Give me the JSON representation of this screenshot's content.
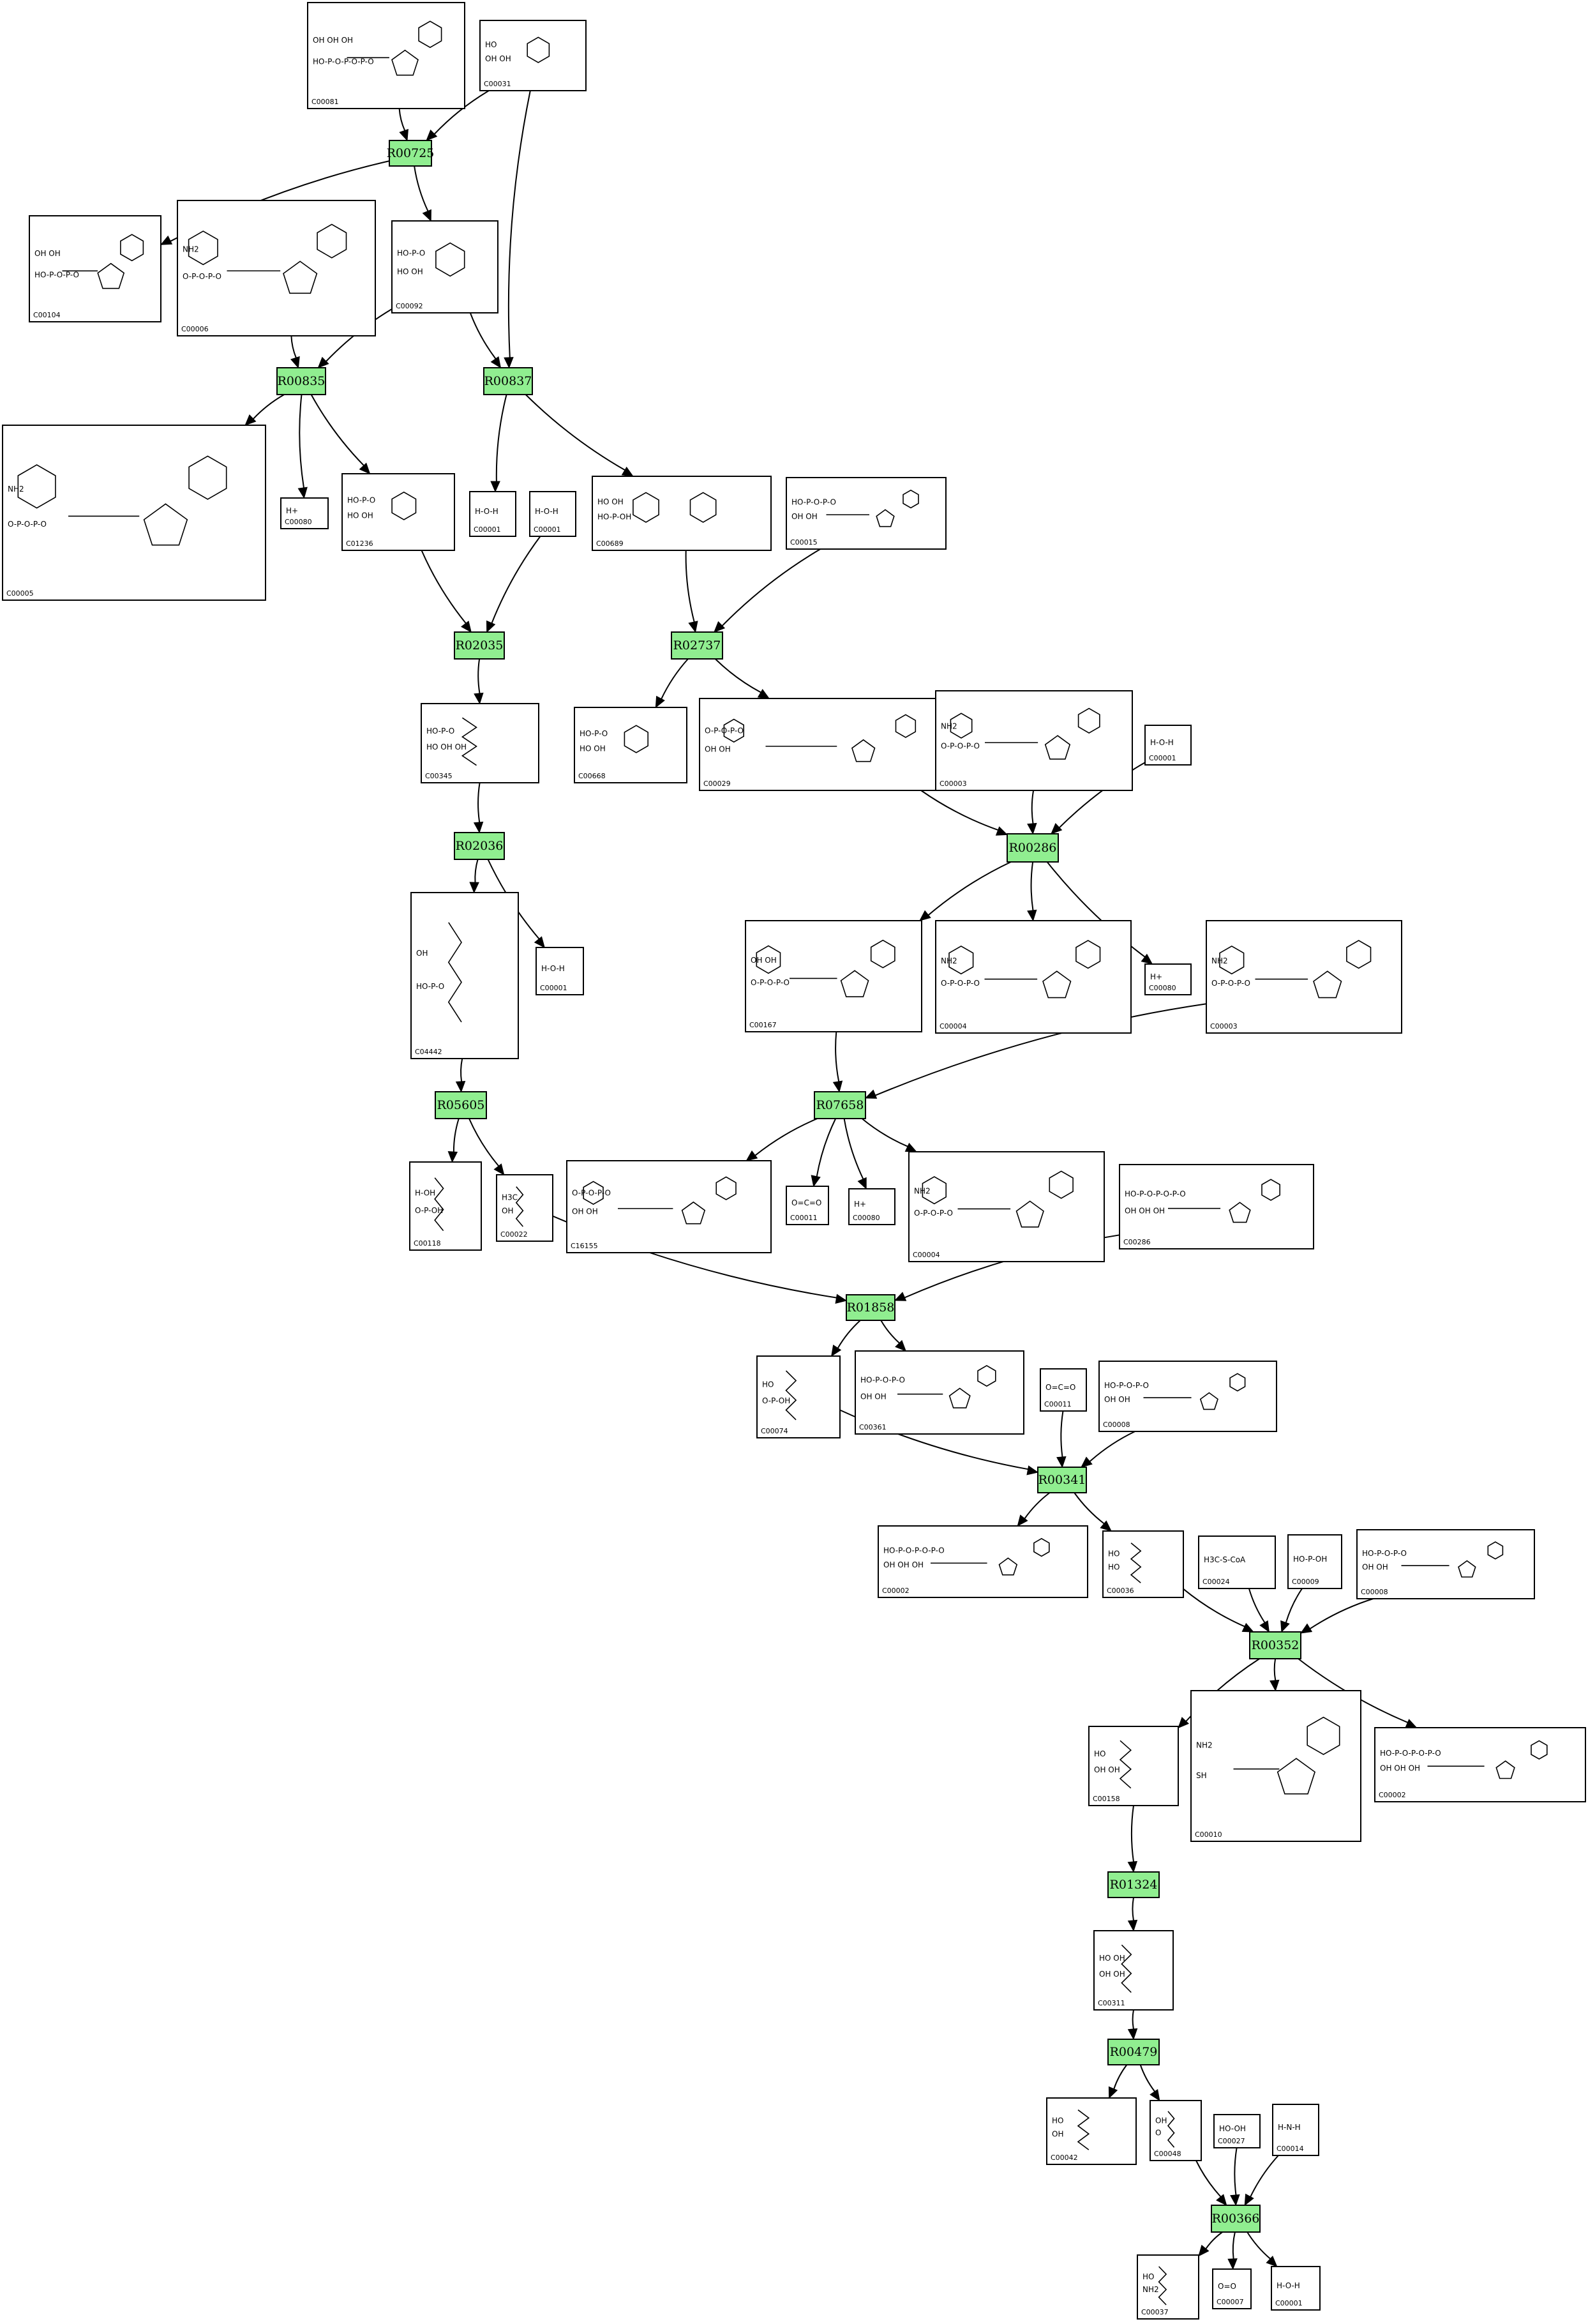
{
  "colors": {
    "reaction_fill": "#90ee90",
    "border": "#000000",
    "background": "#ffffff"
  },
  "reactions": [
    {
      "id": "R00725",
      "label": "R00725"
    },
    {
      "id": "R00835",
      "label": "R00835"
    },
    {
      "id": "R00837",
      "label": "R00837"
    },
    {
      "id": "R02035",
      "label": "R02035"
    },
    {
      "id": "R02737",
      "label": "R02737"
    },
    {
      "id": "R02036",
      "label": "R02036"
    },
    {
      "id": "R00286",
      "label": "R00286"
    },
    {
      "id": "R05605",
      "label": "R05605"
    },
    {
      "id": "R07658",
      "label": "R07658"
    },
    {
      "id": "R01858",
      "label": "R01858"
    },
    {
      "id": "R00341",
      "label": "R00341"
    },
    {
      "id": "R00352",
      "label": "R00352"
    },
    {
      "id": "R01324",
      "label": "R01324"
    },
    {
      "id": "R00479",
      "label": "R00479"
    },
    {
      "id": "R00366",
      "label": "R00366"
    }
  ],
  "compounds": [
    {
      "id": "c00081",
      "label": "C00081",
      "formula": [
        "OH  OH  OH",
        "HO-P-O-P-O-P-O"
      ]
    },
    {
      "id": "c00031",
      "label": "C00031",
      "formula": [
        "HO",
        "OH  OH"
      ]
    },
    {
      "id": "c00104",
      "label": "C00104",
      "formula": [
        "OH  OH",
        "HO-P-O-P-O"
      ]
    },
    {
      "id": "c00006",
      "label": "C00006",
      "formula": [
        "NH2",
        "O-P-O-P-O"
      ]
    },
    {
      "id": "c00092",
      "label": "C00092",
      "formula": [
        "HO-P-O",
        "HO   OH"
      ]
    },
    {
      "id": "c00005",
      "label": "C00005",
      "formula": [
        "NH2",
        "O-P-O-P-O"
      ]
    },
    {
      "id": "c00080a",
      "label": "C00080",
      "formula": [
        "H+"
      ]
    },
    {
      "id": "c01236",
      "label": "C01236",
      "formula": [
        "HO-P-O",
        "HO  OH"
      ]
    },
    {
      "id": "c00001a",
      "label": "C00001",
      "formula": [
        "H-O-H"
      ]
    },
    {
      "id": "c00001b",
      "label": "C00001",
      "formula": [
        "H-O-H"
      ]
    },
    {
      "id": "c00689",
      "label": "C00689",
      "formula": [
        "HO  OH",
        "HO-P-OH"
      ]
    },
    {
      "id": "c00015",
      "label": "C00015",
      "formula": [
        "HO-P-O-P-O",
        "OH  OH"
      ]
    },
    {
      "id": "c00345",
      "label": "C00345",
      "formula": [
        "HO-P-O",
        "HO  OH  OH"
      ]
    },
    {
      "id": "c00668",
      "label": "C00668",
      "formula": [
        "HO-P-O",
        "HO  OH"
      ]
    },
    {
      "id": "c00029",
      "label": "C00029",
      "formula": [
        "O-P-O-P-O",
        "OH  OH"
      ]
    },
    {
      "id": "c00003a",
      "label": "C00003",
      "formula": [
        "NH2",
        "O-P-O-P-O"
      ]
    },
    {
      "id": "c00001c",
      "label": "C00001",
      "formula": [
        "H-O-H"
      ]
    },
    {
      "id": "c04442",
      "label": "C04442",
      "formula": [
        "OH",
        "HO-P-O"
      ]
    },
    {
      "id": "c00001d",
      "label": "C00001",
      "formula": [
        "H-O-H"
      ]
    },
    {
      "id": "c00167",
      "label": "C00167",
      "formula": [
        "OH  OH",
        "O-P-O-P-O"
      ]
    },
    {
      "id": "c00004a",
      "label": "C00004",
      "formula": [
        "NH2",
        "O-P-O-P-O"
      ]
    },
    {
      "id": "c00080b",
      "label": "C00080",
      "formula": [
        "H+"
      ]
    },
    {
      "id": "c00003b",
      "label": "C00003",
      "formula": [
        "NH2",
        "O-P-O-P-O"
      ]
    },
    {
      "id": "c00118",
      "label": "C00118",
      "formula": [
        "H-OH",
        "O-P-OH"
      ]
    },
    {
      "id": "c00022",
      "label": "C00022",
      "formula": [
        "H3C",
        "OH"
      ]
    },
    {
      "id": "c16155",
      "label": "C16155",
      "formula": [
        "O-P-O-P-O",
        "OH  OH"
      ]
    },
    {
      "id": "c00011a",
      "label": "C00011",
      "formula": [
        "O=C=O"
      ]
    },
    {
      "id": "c00080c",
      "label": "C00080",
      "formula": [
        "H+"
      ]
    },
    {
      "id": "c00004b",
      "label": "C00004",
      "formula": [
        "NH2",
        "O-P-O-P-O"
      ]
    },
    {
      "id": "c00286",
      "label": "C00286",
      "formula": [
        "HO-P-O-P-O-P-O",
        "OH  OH  OH"
      ]
    },
    {
      "id": "c00074",
      "label": "C00074",
      "formula": [
        "HO",
        "O-P-OH"
      ]
    },
    {
      "id": "c00361",
      "label": "C00361",
      "formula": [
        "HO-P-O-P-O",
        "OH  OH"
      ]
    },
    {
      "id": "c00011b",
      "label": "C00011",
      "formula": [
        "O=C=O"
      ]
    },
    {
      "id": "c00008a",
      "label": "C00008",
      "formula": [
        "HO-P-O-P-O",
        "OH  OH"
      ]
    },
    {
      "id": "c00002a",
      "label": "C00002",
      "formula": [
        "HO-P-O-P-O-P-O",
        "OH  OH  OH"
      ]
    },
    {
      "id": "c00036",
      "label": "C00036",
      "formula": [
        "HO",
        "HO"
      ]
    },
    {
      "id": "c00024",
      "label": "C00024",
      "formula": [
        "H3C-S-CoA"
      ]
    },
    {
      "id": "c00009",
      "label": "C00009",
      "formula": [
        "HO-P-OH"
      ]
    },
    {
      "id": "c00008b",
      "label": "C00008",
      "formula": [
        "HO-P-O-P-O",
        "OH  OH"
      ]
    },
    {
      "id": "c00158",
      "label": "C00158",
      "formula": [
        "HO",
        "OH  OH"
      ]
    },
    {
      "id": "c00010",
      "label": "C00010",
      "formula": [
        "NH2",
        "SH"
      ]
    },
    {
      "id": "c00002b",
      "label": "C00002",
      "formula": [
        "HO-P-O-P-O-P-O",
        "OH  OH  OH"
      ]
    },
    {
      "id": "c00311",
      "label": "C00311",
      "formula": [
        "HO  OH",
        "OH  OH"
      ]
    },
    {
      "id": "c00042",
      "label": "C00042",
      "formula": [
        "HO",
        "OH"
      ]
    },
    {
      "id": "c00048",
      "label": "C00048",
      "formula": [
        "OH",
        "O"
      ]
    },
    {
      "id": "c00027",
      "label": "C00027",
      "formula": [
        "HO-OH"
      ]
    },
    {
      "id": "c00014",
      "label": "C00014",
      "formula": [
        "H-N-H"
      ]
    },
    {
      "id": "c00037",
      "label": "C00037",
      "formula": [
        "HO",
        "NH2"
      ]
    },
    {
      "id": "c00007",
      "label": "C00007",
      "formula": [
        "O=O"
      ]
    },
    {
      "id": "c00001e",
      "label": "C00001",
      "formula": [
        "H-O-H"
      ]
    }
  ],
  "edges": [
    {
      "from": "c00081",
      "to": "R00725"
    },
    {
      "from": "c00031",
      "to": "R00725"
    },
    {
      "from": "R00725",
      "to": "c00104"
    },
    {
      "from": "R00725",
      "to": "c00092"
    },
    {
      "from": "c00031",
      "to": "R00837"
    },
    {
      "from": "c00006",
      "to": "R00835"
    },
    {
      "from": "c00092",
      "to": "R00835"
    },
    {
      "from": "c00092",
      "to": "R00837"
    },
    {
      "from": "R00835",
      "to": "c00005"
    },
    {
      "from": "R00835",
      "to": "c00080a"
    },
    {
      "from": "R00835",
      "to": "c01236"
    },
    {
      "from": "R00837",
      "to": "c00001a"
    },
    {
      "from": "R00837",
      "to": "c00689"
    },
    {
      "from": "c01236",
      "to": "R02035"
    },
    {
      "from": "c00001b",
      "to": "R02035"
    },
    {
      "from": "c00689",
      "to": "R02737"
    },
    {
      "from": "c00015",
      "to": "R02737"
    },
    {
      "from": "R02035",
      "to": "c00345"
    },
    {
      "from": "R02737",
      "to": "c00668"
    },
    {
      "from": "R02737",
      "to": "c00029"
    },
    {
      "from": "c00345",
      "to": "R02036"
    },
    {
      "from": "c00029",
      "to": "R00286"
    },
    {
      "from": "c00003a",
      "to": "R00286"
    },
    {
      "from": "c00001c",
      "to": "R00286"
    },
    {
      "from": "R02036",
      "to": "c04442"
    },
    {
      "from": "R02036",
      "to": "c00001d"
    },
    {
      "from": "R00286",
      "to": "c00167"
    },
    {
      "from": "R00286",
      "to": "c00004a"
    },
    {
      "from": "R00286",
      "to": "c00080b"
    },
    {
      "from": "c04442",
      "to": "R05605"
    },
    {
      "from": "c00167",
      "to": "R07658"
    },
    {
      "from": "c00003b",
      "to": "R07658"
    },
    {
      "from": "R05605",
      "to": "c00118"
    },
    {
      "from": "R05605",
      "to": "c00022"
    },
    {
      "from": "R07658",
      "to": "c16155"
    },
    {
      "from": "R07658",
      "to": "c00011a"
    },
    {
      "from": "R07658",
      "to": "c00080c"
    },
    {
      "from": "R07658",
      "to": "c00004b"
    },
    {
      "from": "c00022",
      "to": "R01858"
    },
    {
      "from": "c00286",
      "to": "R01858"
    },
    {
      "from": "R01858",
      "to": "c00074"
    },
    {
      "from": "R01858",
      "to": "c00361"
    },
    {
      "from": "c00074",
      "to": "R00341"
    },
    {
      "from": "c00011b",
      "to": "R00341"
    },
    {
      "from": "c00008a",
      "to": "R00341"
    },
    {
      "from": "R00341",
      "to": "c00002a"
    },
    {
      "from": "R00341",
      "to": "c00036"
    },
    {
      "from": "c00036",
      "to": "R00352"
    },
    {
      "from": "c00024",
      "to": "R00352"
    },
    {
      "from": "c00009",
      "to": "R00352"
    },
    {
      "from": "c00008b",
      "to": "R00352"
    },
    {
      "from": "R00352",
      "to": "c00158"
    },
    {
      "from": "R00352",
      "to": "c00010"
    },
    {
      "from": "R00352",
      "to": "c00002b"
    },
    {
      "from": "c00158",
      "to": "R01324"
    },
    {
      "from": "R01324",
      "to": "c00311"
    },
    {
      "from": "c00311",
      "to": "R00479"
    },
    {
      "from": "R00479",
      "to": "c00042"
    },
    {
      "from": "R00479",
      "to": "c00048"
    },
    {
      "from": "c00048",
      "to": "R00366"
    },
    {
      "from": "c00027",
      "to": "R00366"
    },
    {
      "from": "c00014",
      "to": "R00366"
    },
    {
      "from": "R00366",
      "to": "c00037"
    },
    {
      "from": "R00366",
      "to": "c00007"
    },
    {
      "from": "R00366",
      "to": "c00001e"
    }
  ]
}
